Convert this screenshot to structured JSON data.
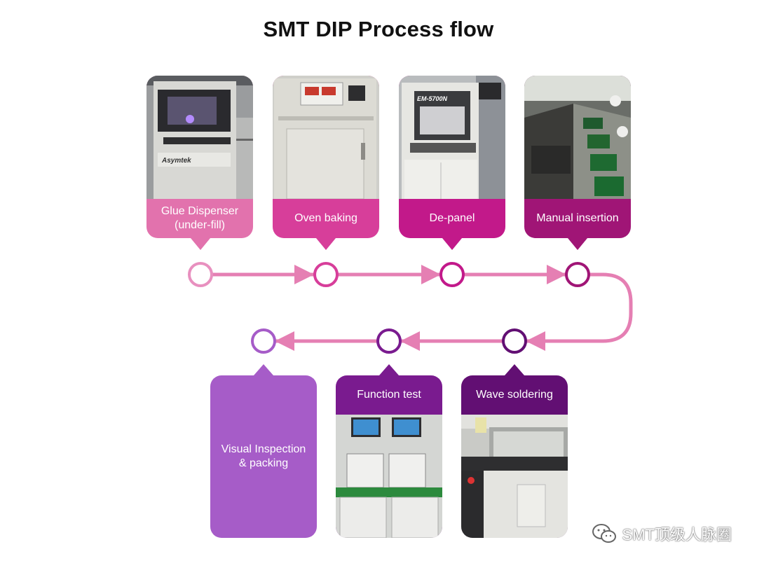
{
  "title": "SMT DIP Process flow",
  "steps": [
    {
      "label": "Glue Dispenser\n(under-fill)",
      "color": "#e272ad"
    },
    {
      "label": "Oven baking",
      "color": "#d73e9a"
    },
    {
      "label": "De-panel",
      "color": "#c2198a"
    },
    {
      "label": "Manual insertion",
      "color": "#a01576"
    },
    {
      "label": "Wave soldering",
      "color": "#620f73"
    },
    {
      "label": "Function test",
      "color": "#7a1b8f"
    },
    {
      "label": "Visual Inspection\n& packing",
      "color": "#a65cc8"
    }
  ],
  "machine_brand_text": "Asymtek",
  "machine_model_text": "EM-5700N",
  "flow_color": "#e57fb3",
  "watermark": {
    "text": "SMT顶级人脉圈",
    "icon": "wechat-icon"
  }
}
